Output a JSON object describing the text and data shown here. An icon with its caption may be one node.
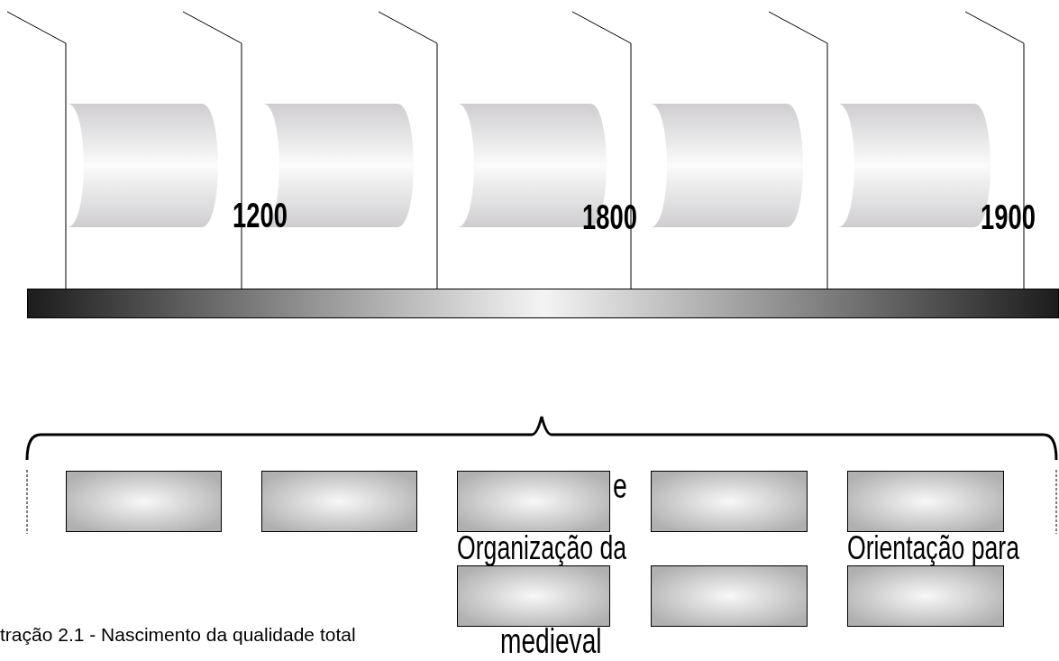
{
  "diagram": {
    "caption": "tração 2.1 - Nascimento da qualidade total",
    "nodes": [
      {
        "text": [],
        "shape": "cylinder"
      },
      {
        "text": [],
        "shape": "cylinder"
      },
      {
        "text": [],
        "shape": "cylinder"
      },
      {
        "text": [],
        "shape": "cylinder"
      },
      {
        "text": [],
        "shape": "cylinder"
      },
      {
        "text": [],
        "shape": "bar"
      },
      {
        "text": [],
        "shape": "box"
      },
      {
        "text": [],
        "shape": "box"
      },
      {
        "text": [],
        "shape": "box"
      },
      {
        "text": [],
        "shape": "box"
      },
      {
        "text": [],
        "shape": "box"
      },
      {
        "text": [],
        "shape": "box"
      },
      {
        "text": [],
        "shape": "box"
      },
      {
        "text": [],
        "shape": "box"
      }
    ],
    "edges": [],
    "labels": [
      "1200",
      "1800",
      "1900",
      "e",
      "Organização da",
      "Orientação para",
      "medieval"
    ]
  }
}
